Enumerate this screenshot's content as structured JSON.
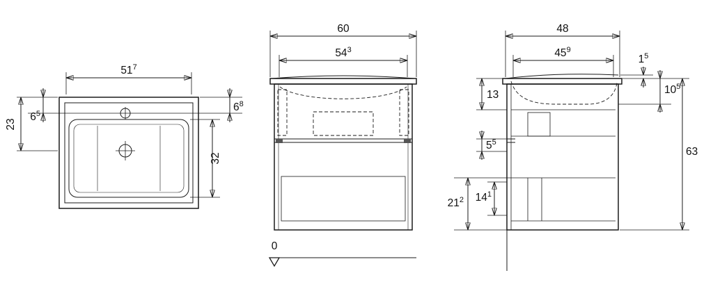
{
  "page": {
    "background": "#ffffff",
    "line_color": "#1a1a1a",
    "description": "Technical dimension drawing of a wall-hung washbasin vanity unit: top view, front view and side view"
  },
  "views": {
    "top": {
      "label": "washbasin-top-view",
      "dims": {
        "width": {
          "v": "51",
          "s": "7"
        },
        "height": {
          "v": "23",
          "s": ""
        },
        "tap": {
          "v": "6",
          "s": "5"
        },
        "rim": {
          "v": "6",
          "s": "8"
        },
        "bowl": {
          "v": "32",
          "s": ""
        }
      }
    },
    "front": {
      "label": "vanity-front-view",
      "dims": {
        "outer_width": {
          "v": "60",
          "s": ""
        },
        "inner_width": {
          "v": "54",
          "s": "3"
        },
        "datum": {
          "v": "0",
          "s": ""
        }
      }
    },
    "side": {
      "label": "vanity-side-view",
      "dims": {
        "outer_depth": {
          "v": "48",
          "s": ""
        },
        "inner_depth": {
          "v": "45",
          "s": "9"
        },
        "rim_height": {
          "v": "1",
          "s": "5"
        },
        "top_section": {
          "v": "13",
          "s": ""
        },
        "basin_depth": {
          "v": "10",
          "s": "5"
        },
        "mid_gap": {
          "v": "5",
          "s": "5"
        },
        "total_height": {
          "v": "63",
          "s": ""
        },
        "drawer_inner": {
          "v": "14",
          "s": "1"
        },
        "drawer_outer": {
          "v": "21",
          "s": "2"
        }
      }
    }
  }
}
